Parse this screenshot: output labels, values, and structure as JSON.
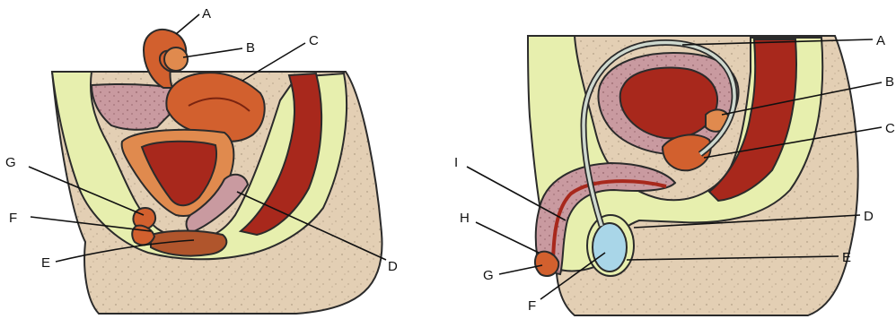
{
  "figures": {
    "female": {
      "labels": [
        "A",
        "B",
        "C",
        "D",
        "E",
        "F",
        "G"
      ]
    },
    "male": {
      "labels": [
        "A",
        "B",
        "C",
        "D",
        "E",
        "F",
        "G",
        "H",
        "I"
      ]
    }
  },
  "palette": {
    "background": "#ffffff",
    "skin_beige": "#e3cfb4",
    "tissue_lightgreen": "#e7efae",
    "muscle_red": "#a8281c",
    "organ_orange": "#d2602e",
    "organ_lightorange": "#e08a4e",
    "mucosa_pink": "#c99aa0",
    "bladder_blue": "#a9d6e8",
    "outline": "#2b2b2b"
  }
}
